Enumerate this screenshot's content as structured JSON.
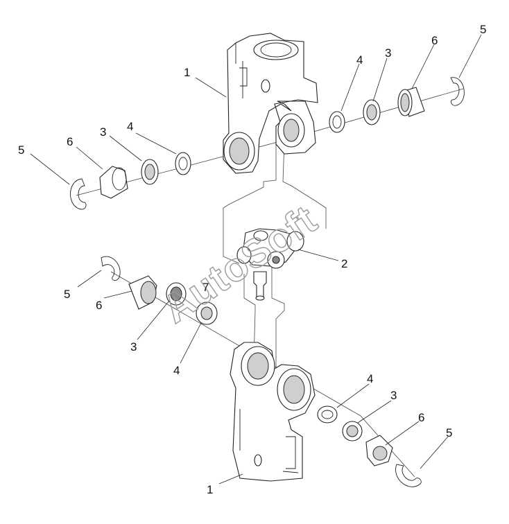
{
  "diagram": {
    "watermark": "AutoSoft",
    "callouts": [
      {
        "id": "c1-top",
        "label": "1"
      },
      {
        "id": "c4-tr",
        "label": "4"
      },
      {
        "id": "c3-tr",
        "label": "3"
      },
      {
        "id": "c6-tr",
        "label": "6"
      },
      {
        "id": "c5-tr",
        "label": "5"
      },
      {
        "id": "c5-tl",
        "label": "5"
      },
      {
        "id": "c6-tl",
        "label": "6"
      },
      {
        "id": "c3-tl",
        "label": "3"
      },
      {
        "id": "c4-tl",
        "label": "4"
      },
      {
        "id": "c2",
        "label": "2"
      },
      {
        "id": "c7",
        "label": "7"
      },
      {
        "id": "c5-ml",
        "label": "5"
      },
      {
        "id": "c6-ml",
        "label": "6"
      },
      {
        "id": "c3-ml",
        "label": "3"
      },
      {
        "id": "c4-ml",
        "label": "4"
      },
      {
        "id": "c4-br",
        "label": "4"
      },
      {
        "id": "c3-br",
        "label": "3"
      },
      {
        "id": "c6-br",
        "label": "6"
      },
      {
        "id": "c5-br",
        "label": "5"
      },
      {
        "id": "c1-bot",
        "label": "1"
      }
    ]
  }
}
